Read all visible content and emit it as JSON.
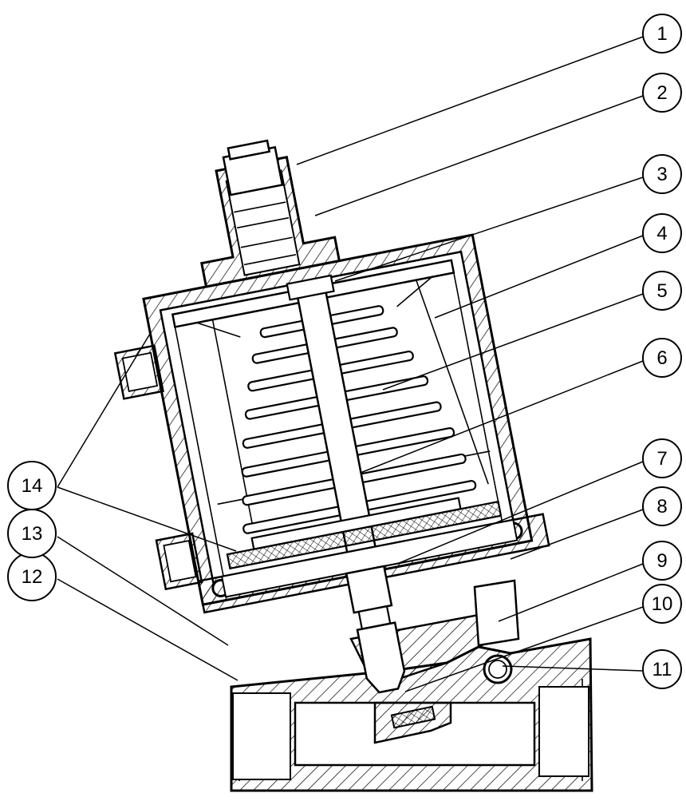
{
  "callouts": [
    {
      "label": "1"
    },
    {
      "label": "2"
    },
    {
      "label": "3"
    },
    {
      "label": "4"
    },
    {
      "label": "5"
    },
    {
      "label": "6"
    },
    {
      "label": "7"
    },
    {
      "label": "8"
    },
    {
      "label": "9"
    },
    {
      "label": "10"
    },
    {
      "label": "11"
    },
    {
      "label": "12"
    },
    {
      "label": "13"
    },
    {
      "label": "14"
    }
  ]
}
